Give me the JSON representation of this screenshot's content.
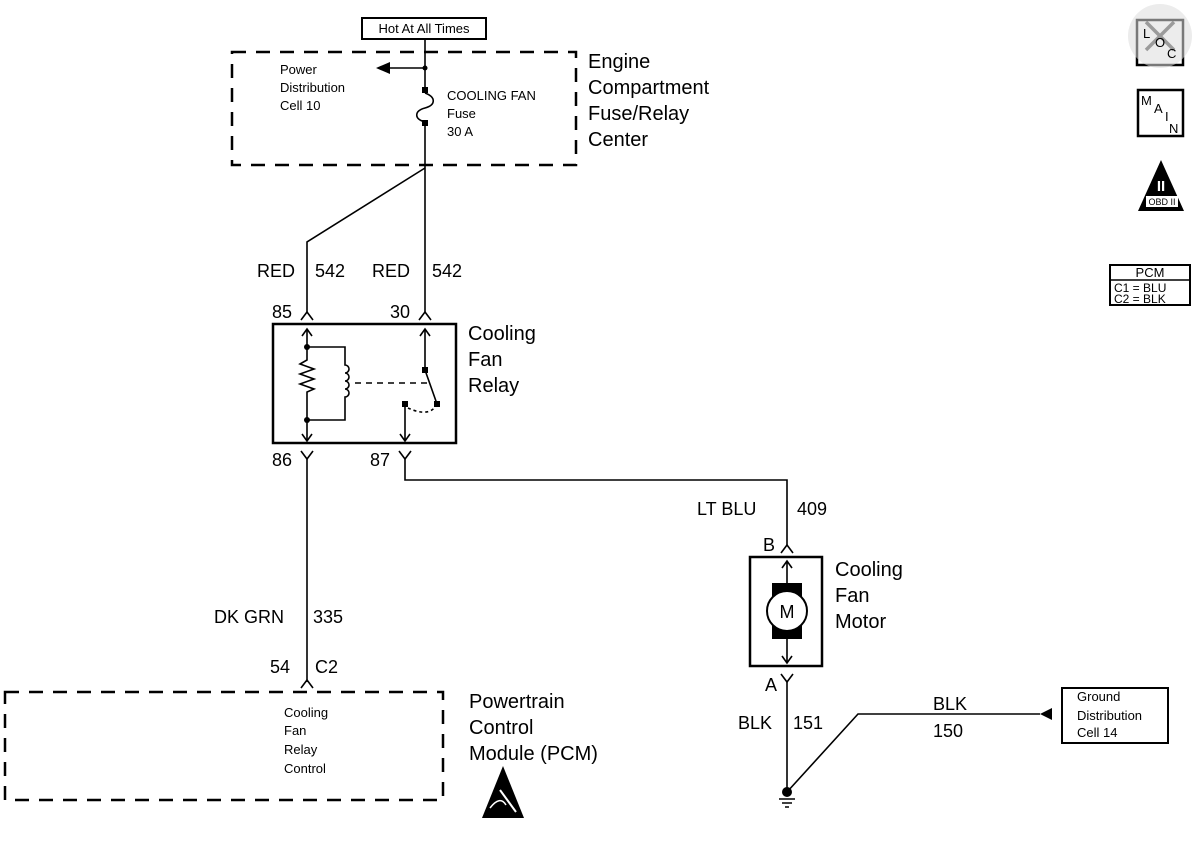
{
  "hot_label": "Hot At All Times",
  "fuse_block": {
    "title": [
      "Engine",
      "Compartment",
      "Fuse/Relay",
      "Center"
    ],
    "power_dist": [
      "Power",
      "Distribution",
      "Cell 10"
    ],
    "fuse": [
      "COOLING FAN",
      "Fuse",
      "30 A"
    ]
  },
  "wires": {
    "w85": {
      "color": "RED",
      "circuit": "542"
    },
    "w30": {
      "color": "RED",
      "circuit": "542"
    },
    "w87": {
      "color": "LT BLU",
      "circuit": "409"
    },
    "w86": {
      "color": "DK GRN",
      "circuit": "335"
    },
    "w151": {
      "color": "BLK",
      "circuit": "151"
    },
    "w150": {
      "color": "BLK",
      "circuit": "150"
    }
  },
  "relay": {
    "title": [
      "Cooling",
      "Fan",
      "Relay"
    ],
    "pins": {
      "p85": "85",
      "p30": "30",
      "p86": "86",
      "p87": "87"
    }
  },
  "motor": {
    "title": [
      "Cooling",
      "Fan",
      "Motor"
    ],
    "symbol": "M",
    "pin_b": "B",
    "pin_a": "A"
  },
  "pcm": {
    "pin": "54",
    "connector": "C2",
    "function": [
      "Cooling",
      "Fan",
      "Relay",
      "Control"
    ],
    "title": [
      "Powertrain",
      "Control",
      "Module (PCM)"
    ],
    "icon": "esd-warning-icon"
  },
  "ground": {
    "title": [
      "Ground",
      "Distribution",
      "Cell 14"
    ]
  },
  "side_icons": {
    "loc": [
      "L",
      "O",
      "C"
    ],
    "main": [
      "M",
      "A",
      "I",
      "N"
    ],
    "obd": {
      "numeral": "II",
      "label": "OBD II"
    },
    "pcm_key": {
      "title": "PCM",
      "lines": [
        "C1 = BLU",
        "C2 = BLK"
      ]
    }
  }
}
